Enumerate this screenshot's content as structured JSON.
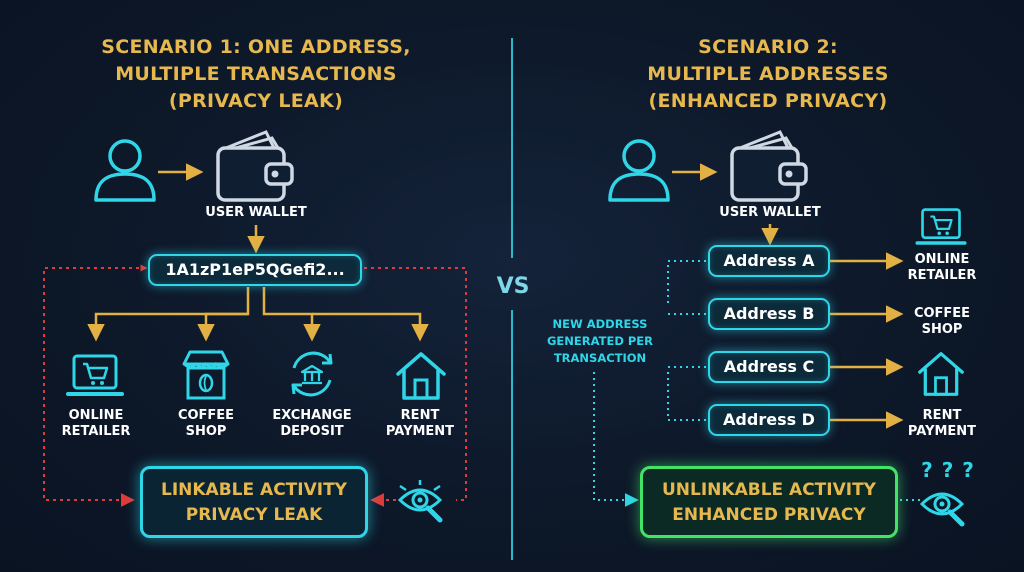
{
  "colors": {
    "background": "#0d1829",
    "title": "#e6b84e",
    "cyan": "#2fd6e8",
    "green": "#43e36a",
    "red": "#e03a3a",
    "gold_arrow": "#e2b043"
  },
  "vs_label": "VS",
  "scenario1": {
    "title_lines": [
      "SCENARIO 1: ONE ADDRESS,",
      "MULTIPLE TRANSACTIONS",
      "(PRIVACY LEAK)"
    ],
    "user_icon": "user-icon",
    "wallet_icon": "wallet-icon",
    "wallet_label": "USER WALLET",
    "address": "1A1zP1eP5QGefi2...",
    "destinations": [
      {
        "icon": "laptop-cart-icon",
        "lines": [
          "ONLINE",
          "RETAILER"
        ]
      },
      {
        "icon": "coffee-shop-icon",
        "lines": [
          "COFFEE",
          "SHOP"
        ]
      },
      {
        "icon": "exchange-icon",
        "lines": [
          "EXCHANGE",
          "DEPOSIT"
        ]
      },
      {
        "icon": "house-icon",
        "lines": [
          "RENT",
          "PAYMENT"
        ]
      }
    ],
    "result_lines": [
      "LINKABLE ACTIVITY",
      "PRIVACY LEAK"
    ],
    "observer_icon": "eye-magnifier-icon"
  },
  "scenario2": {
    "title_lines": [
      "SCENARIO 2:",
      "MULTIPLE ADDRESSES",
      "(ENHANCED PRIVACY)"
    ],
    "user_icon": "user-icon",
    "wallet_icon": "wallet-icon",
    "wallet_label": "USER WALLET",
    "addresses": [
      "Address A",
      "Address B",
      "Address C",
      "Address D"
    ],
    "destinations": [
      {
        "icon": "laptop-cart-icon",
        "lines": [
          "ONLINE",
          "RETAILER"
        ]
      },
      {
        "icon": "",
        "lines": [
          "COFFEE",
          "SHOP"
        ]
      },
      {
        "icon": "house-icon",
        "lines": [
          "",
          ""
        ]
      },
      {
        "icon": "",
        "lines": [
          "RENT",
          "PAYMENT"
        ]
      }
    ],
    "note_lines": [
      "NEW ADDRESS",
      "GENERATED PER",
      "TRANSACTION"
    ],
    "result_lines": [
      "UNLINKABLE ACTIVITY",
      "ENHANCED PRIVACY"
    ],
    "observer_icon": "confused-eye-icon",
    "question_marks": "? ? ?"
  }
}
